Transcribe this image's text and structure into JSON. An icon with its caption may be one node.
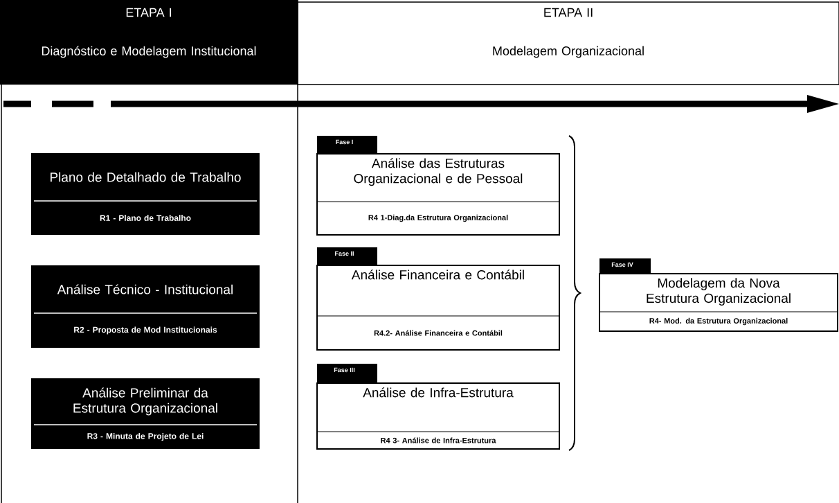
{
  "diagram": {
    "nodes": [
      {
        "text": [
          "ETAPA I",
          "Diagnóstico e Modelagem Institucional"
        ]
      },
      {
        "text": [
          "ETAPA II",
          "Modelagem Organizacional"
        ]
      },
      {
        "text": [
          "Plano de Detalhado de Trabalho",
          "R1 - Plano de Trabalho"
        ]
      },
      {
        "text": [
          "Análise Técnico - Institucional",
          "R2 - Proposta de Mod Institucionais"
        ]
      },
      {
        "text": [
          "Análise Preliminar da Estrutura Organizacional",
          "R3 - Minuta de Projeto de Lei"
        ]
      },
      {
        "text": [
          "Fase I",
          "Análise das Estruturas Organizacional e de Pessoal",
          "R4 1-Diag.da Estrutura Organizacional"
        ]
      },
      {
        "text": [
          "Fase II",
          "Análise Financeira e Contábil",
          "R4.2- Análise Financeira e Contábil"
        ]
      },
      {
        "text": [
          "Fase III",
          "Análise de Infra-Estrutura",
          "R4 3- Análise de Infra-Estrutura"
        ]
      },
      {
        "text": [
          "Fase IV",
          "Modelagem da Nova Estrutura Organizacional",
          "R4- Mod. da Estrutura Organizacional"
        ]
      }
    ]
  }
}
